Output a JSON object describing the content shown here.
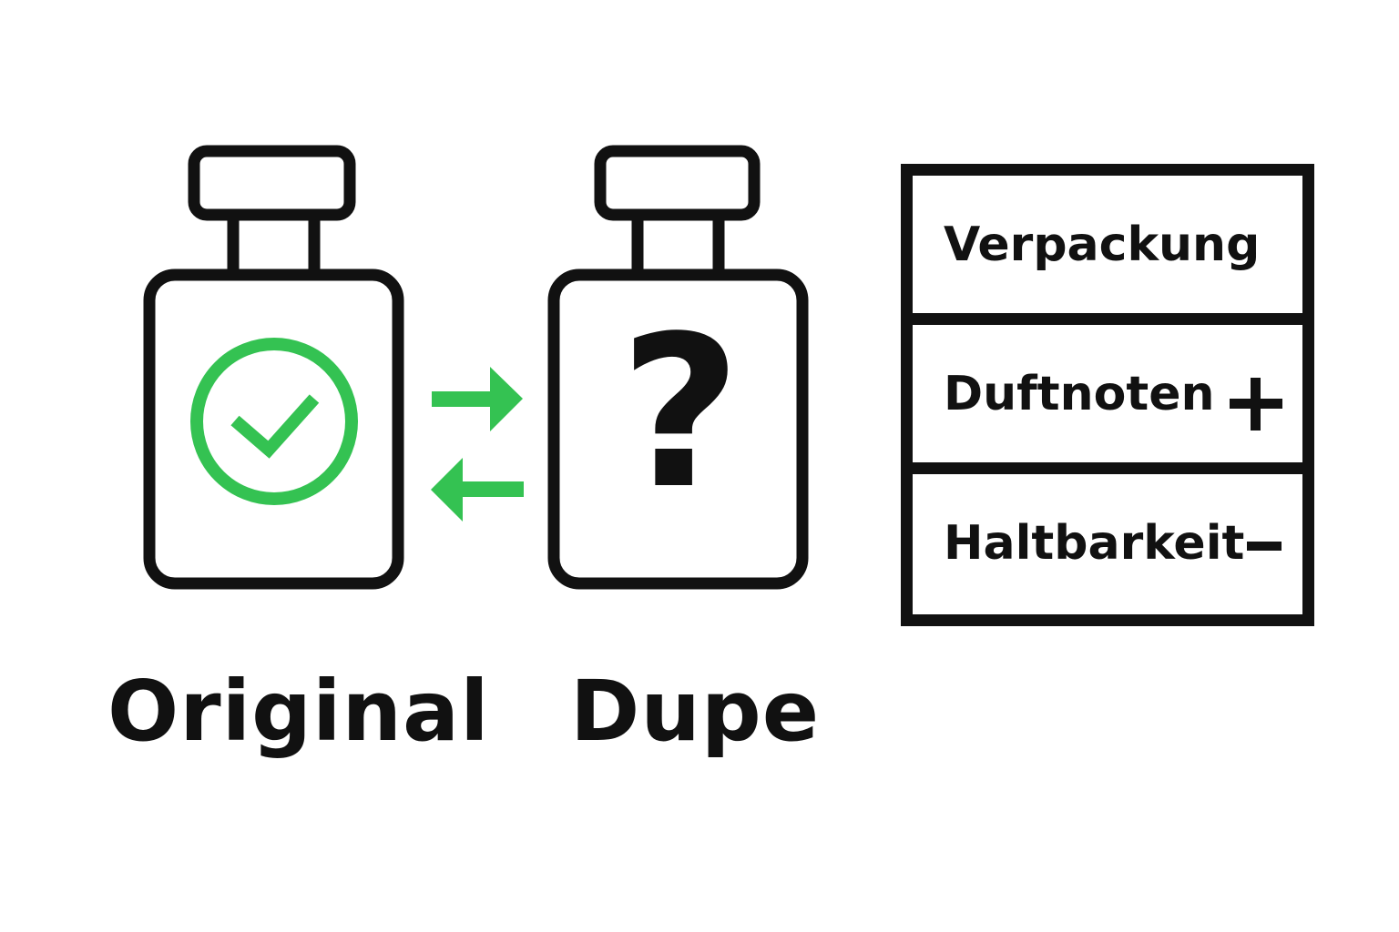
{
  "colors": {
    "accent_green": "#34c252",
    "stroke": "#111111",
    "background": "#ffffff"
  },
  "original": {
    "label": "Original",
    "icon": "check-circle-icon"
  },
  "dupe": {
    "label": "Dupe",
    "icon": "question-mark-icon",
    "glyph": "?"
  },
  "arrows": {
    "top": "arrow-right-icon",
    "bottom": "arrow-left-icon"
  },
  "comparison_panel": {
    "rows": [
      {
        "label": "Verpackung",
        "indicator": ""
      },
      {
        "label": "Duftnoten",
        "indicator": "+"
      },
      {
        "label": "Haltbarkeit",
        "indicator": "−"
      }
    ]
  }
}
